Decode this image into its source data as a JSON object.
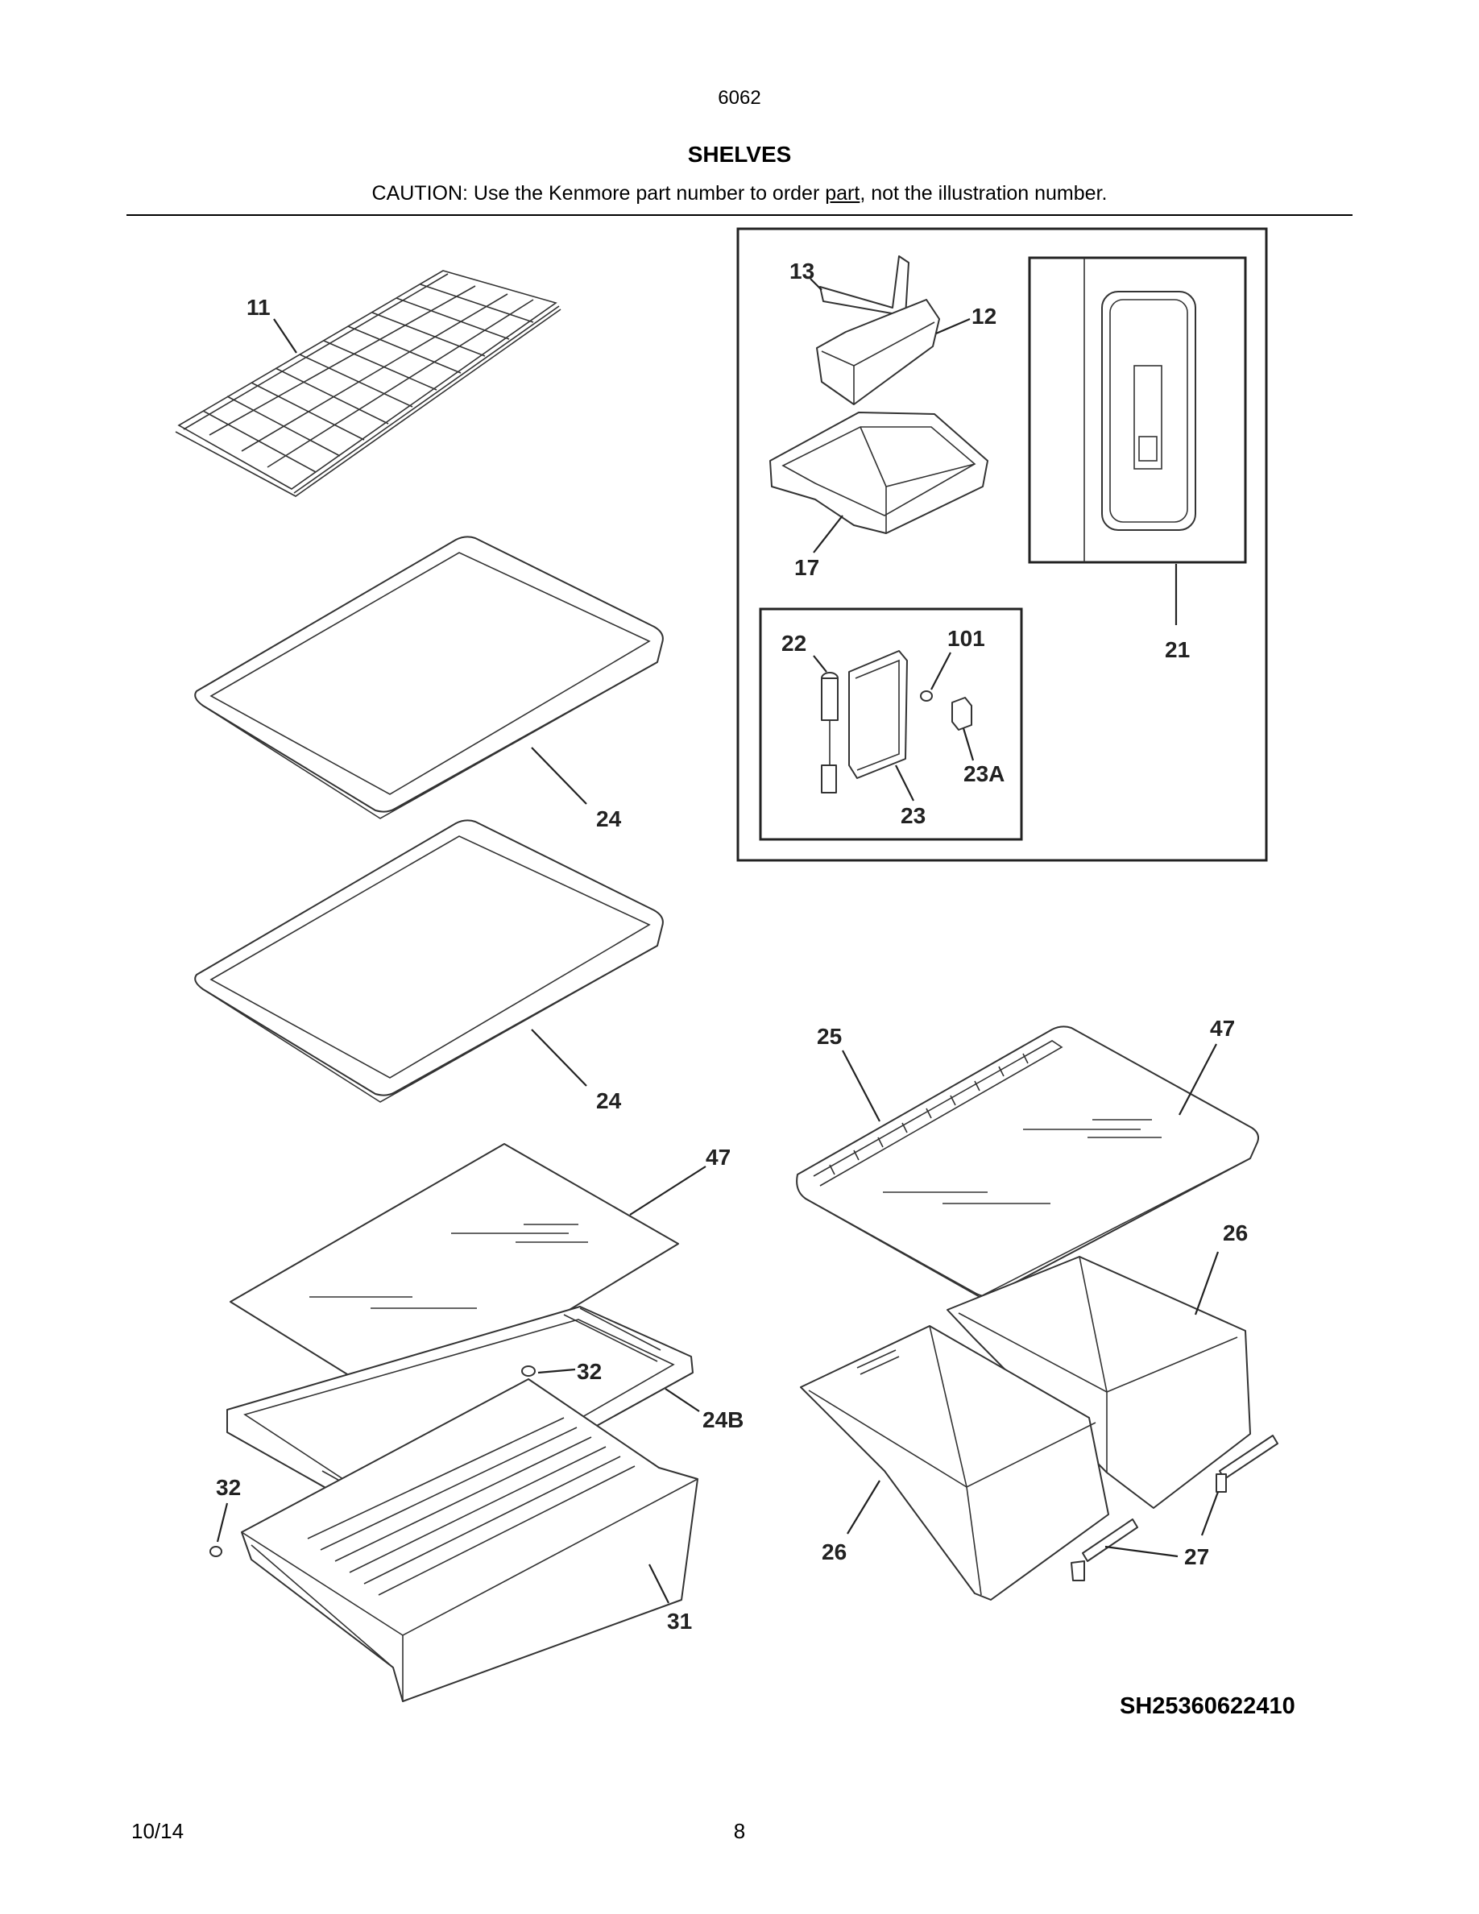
{
  "header": {
    "model": "6062",
    "section_title": "SHELVES",
    "caution_before": "CAUTION: Use the Kenmore part number to order ",
    "caution_underlined": "part",
    "caution_after": ", not the illustration number."
  },
  "callouts": {
    "c11": "11",
    "c13": "13",
    "c12": "12",
    "c17": "17",
    "c21": "21",
    "c22": "22",
    "c101": "101",
    "c23a": "23A",
    "c23": "23",
    "c24_top": "24",
    "c24_mid": "24",
    "c47_left": "47",
    "c32_right": "32",
    "c24b": "24B",
    "c32_left": "32",
    "c31": "31",
    "c25": "25",
    "c47_right": "47",
    "c26_right": "26",
    "c26_left": "26",
    "c27": "27"
  },
  "drawing_code": "SH25360622410",
  "footer": {
    "date": "10/14",
    "page": "8"
  }
}
